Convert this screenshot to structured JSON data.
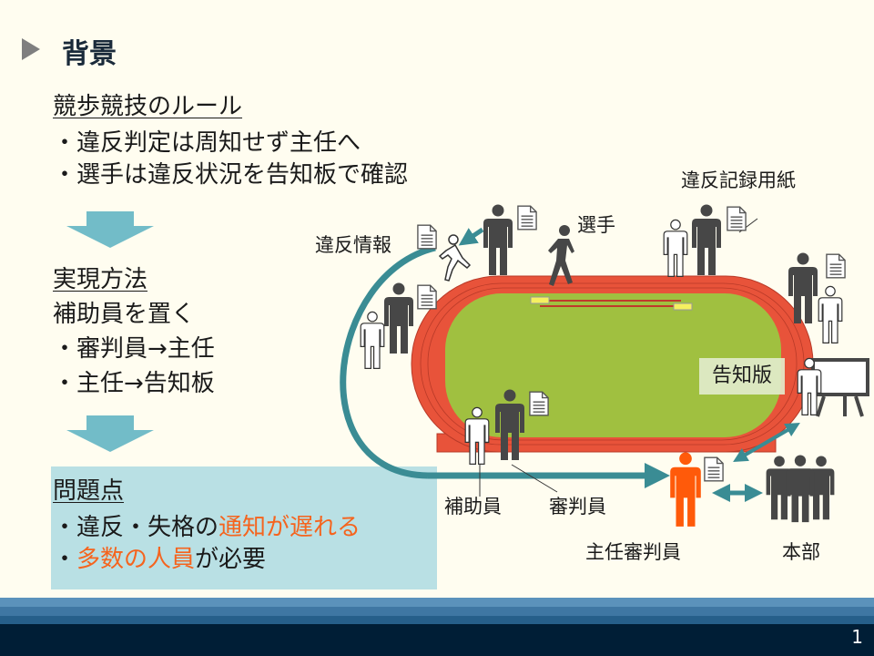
{
  "title": "背景",
  "rules": {
    "heading": "競歩競技のルール",
    "items": [
      "・違反判定は周知せず主任へ",
      "・選手は違反状況を告知板で確認"
    ]
  },
  "method": {
    "heading": "実現方法",
    "lead": "補助員を置く",
    "items": [
      "・審判員→主任",
      "・主任→告知板"
    ]
  },
  "problems": {
    "heading": "問題点",
    "line1": {
      "a": "・違反・失格の",
      "b": "通知が遅れる"
    },
    "line2": {
      "a": "・",
      "b": "多数の人員",
      "c": "が必要"
    }
  },
  "diagram": {
    "violation_info": "違反情報",
    "athlete": "選手",
    "violation_record_sheet": "違反記録用紙",
    "notice_board": "告知版",
    "assistant": "補助員",
    "judge": "審判員",
    "chief_judge": "主任審判員",
    "headquarters": "本部"
  },
  "colors": {
    "accent": "#F5641E",
    "arrow": "#3A8C94",
    "track": "#E8533A",
    "field": "#A0C040",
    "footer": "#001E36"
  },
  "page_number": "1"
}
